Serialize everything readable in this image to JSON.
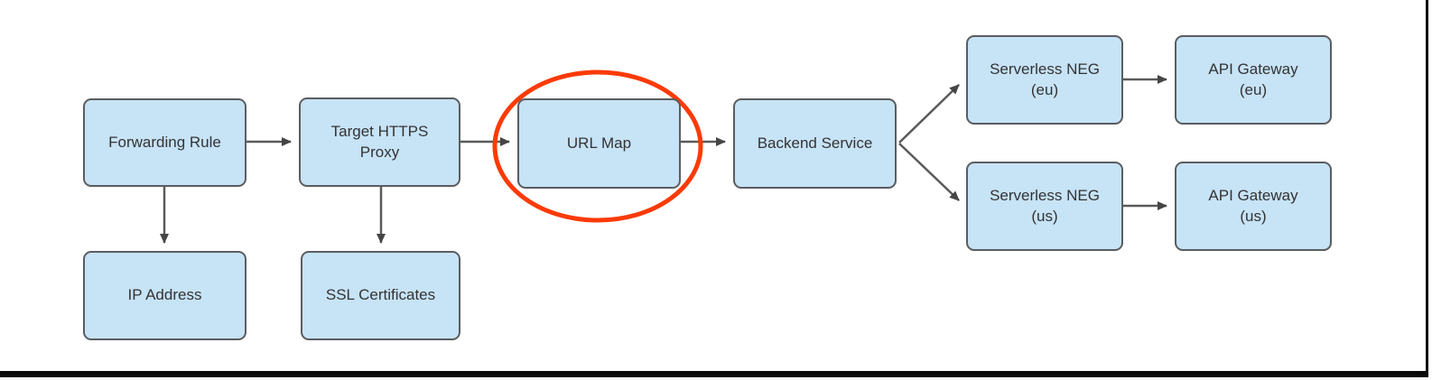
{
  "diagram": {
    "nodes": {
      "forwarding_rule": "Forwarding Rule",
      "target_https_proxy": "Target HTTPS\nProxy",
      "url_map": "URL Map",
      "backend_service": "Backend Service",
      "serverless_neg_eu": "Serverless NEG\n(eu)",
      "api_gateway_eu": "API Gateway\n(eu)",
      "serverless_neg_us": "Serverless NEG\n(us)",
      "api_gateway_us": "API Gateway\n(us)",
      "ip_address": "IP Address",
      "ssl_certificates": "SSL Certificates"
    },
    "edges": [
      {
        "from": "Forwarding Rule",
        "to": "Target HTTPS Proxy"
      },
      {
        "from": "Target HTTPS Proxy",
        "to": "URL Map"
      },
      {
        "from": "URL Map",
        "to": "Backend Service"
      },
      {
        "from": "Backend Service",
        "to": "Serverless NEG (eu)"
      },
      {
        "from": "Backend Service",
        "to": "Serverless NEG (us)"
      },
      {
        "from": "Serverless NEG (eu)",
        "to": "API Gateway (eu)"
      },
      {
        "from": "Serverless NEG (us)",
        "to": "API Gateway (us)"
      },
      {
        "from": "Forwarding Rule",
        "to": "IP Address"
      },
      {
        "from": "Target HTTPS Proxy",
        "to": "SSL Certificates"
      }
    ],
    "highlight": {
      "shape": "ellipse",
      "around": "URL Map",
      "color": "#fb3a06"
    },
    "colors": {
      "node_fill": "#c7e3f6",
      "node_border": "#5b5d60",
      "arrow": "#5a5a5a",
      "arrowhead": "#454545",
      "frame": "#0a0a0a",
      "text": "#333333"
    }
  }
}
